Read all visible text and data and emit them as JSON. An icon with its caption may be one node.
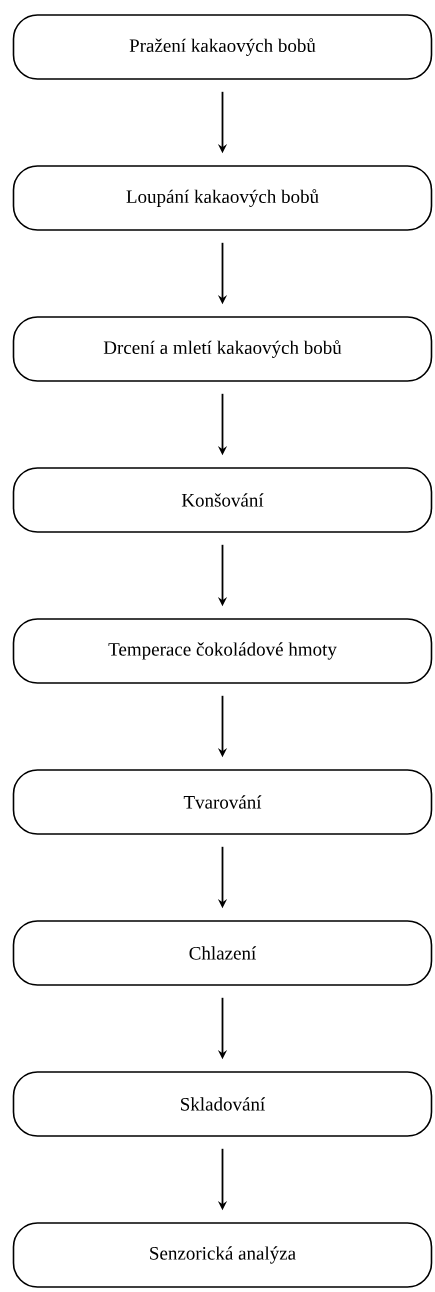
{
  "diagram": {
    "nodes": [
      {
        "text": [
          "Pražení kakaových bobů"
        ]
      },
      {
        "text": [
          "Loupání kakaových bobů"
        ]
      },
      {
        "text": [
          "Drcení a mletí kakaových bobů"
        ]
      },
      {
        "text": [
          "Konšování"
        ]
      },
      {
        "text": [
          "Temperace čokoládové hmoty"
        ]
      },
      {
        "text": [
          "Tvarování"
        ]
      },
      {
        "text": [
          "Chlazení"
        ]
      },
      {
        "text": [
          "Skladování"
        ]
      },
      {
        "text": [
          "Senzorická analýza"
        ]
      }
    ],
    "edges": [
      {
        "from": 0,
        "to": 1,
        "arrow": "to"
      },
      {
        "from": 1,
        "to": 2,
        "arrow": "to"
      },
      {
        "from": 2,
        "to": 3,
        "arrow": "to"
      },
      {
        "from": 3,
        "to": 4,
        "arrow": "to"
      },
      {
        "from": 4,
        "to": 5,
        "arrow": "to"
      },
      {
        "from": 5,
        "to": 6,
        "arrow": "to"
      },
      {
        "from": 6,
        "to": 7,
        "arrow": "to"
      },
      {
        "from": 7,
        "to": 8,
        "arrow": "to"
      }
    ]
  }
}
